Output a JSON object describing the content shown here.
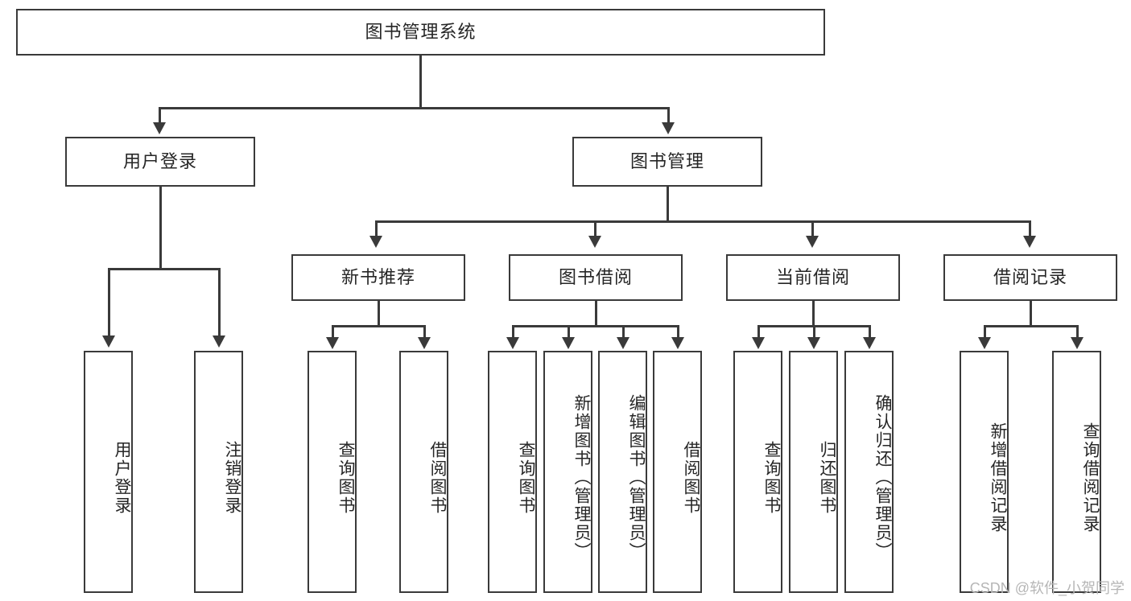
{
  "diagram": {
    "type": "tree-structure-chart",
    "title": "图书管理系统",
    "watermark": "CSDN @软件_小贺同学",
    "colors": {
      "stroke": "#3a3a3a",
      "fill": "#ffffff",
      "text": "#262626",
      "watermark": "#b6b6b6"
    },
    "levels": {
      "root": {
        "label": "图书管理系统"
      },
      "level2": [
        {
          "label": "用户登录"
        },
        {
          "label": "图书管理"
        }
      ],
      "level3": [
        {
          "label": "新书推荐"
        },
        {
          "label": "图书借阅"
        },
        {
          "label": "当前借阅"
        },
        {
          "label": "借阅记录"
        }
      ]
    },
    "leaves": {
      "user_login": [
        {
          "label": "用户登录"
        },
        {
          "label": "注销登录"
        }
      ],
      "new_book_recommend": [
        {
          "label": "查询图书"
        },
        {
          "label": "借阅图书"
        }
      ],
      "book_borrow": [
        {
          "label": "查询图书"
        },
        {
          "label": "新增图书（管理员）"
        },
        {
          "label": "编辑图书（管理员）"
        },
        {
          "label": "借阅图书"
        }
      ],
      "current_borrow": [
        {
          "label": "查询图书"
        },
        {
          "label": "归还图书"
        },
        {
          "label": "确认归还（管理员）"
        }
      ],
      "borrow_record": [
        {
          "label": "新增借阅记录"
        },
        {
          "label": "查询借阅记录"
        }
      ]
    }
  }
}
